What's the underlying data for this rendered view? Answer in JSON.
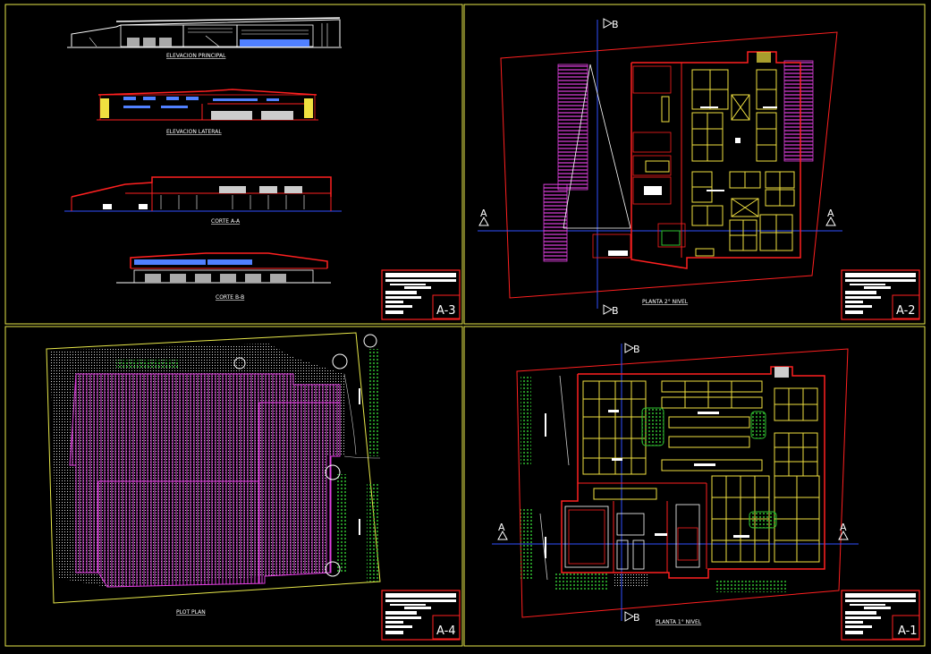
{
  "sheets": [
    {
      "id": "A-3",
      "number": "A-3",
      "labels": [
        "ELEVACION PRINCIPAL",
        "ELEVACION LATERAL",
        "CORTE A-A",
        "CORTE B-B"
      ]
    },
    {
      "id": "A-2",
      "number": "A-2",
      "labels": [
        "PLANTA 2° NIVEL"
      ],
      "section_marks": {
        "a": "A",
        "b": "B"
      }
    },
    {
      "id": "A-4",
      "number": "A-4",
      "labels": [
        "PLOT PLAN"
      ]
    },
    {
      "id": "A-1",
      "number": "A-1",
      "labels": [
        "PLANTA 1° NIVEL"
      ],
      "section_marks": {
        "a": "A",
        "b": "B"
      }
    }
  ],
  "colors": {
    "background": "#000000",
    "sheet_border": "#e8e84a",
    "wall": "#ff2020",
    "furniture": "#f0e040",
    "roof": "#e040e0",
    "axis": "#3050ff",
    "trees": "#30c030",
    "glazing": "#5080ff",
    "text": "#ffffff"
  }
}
